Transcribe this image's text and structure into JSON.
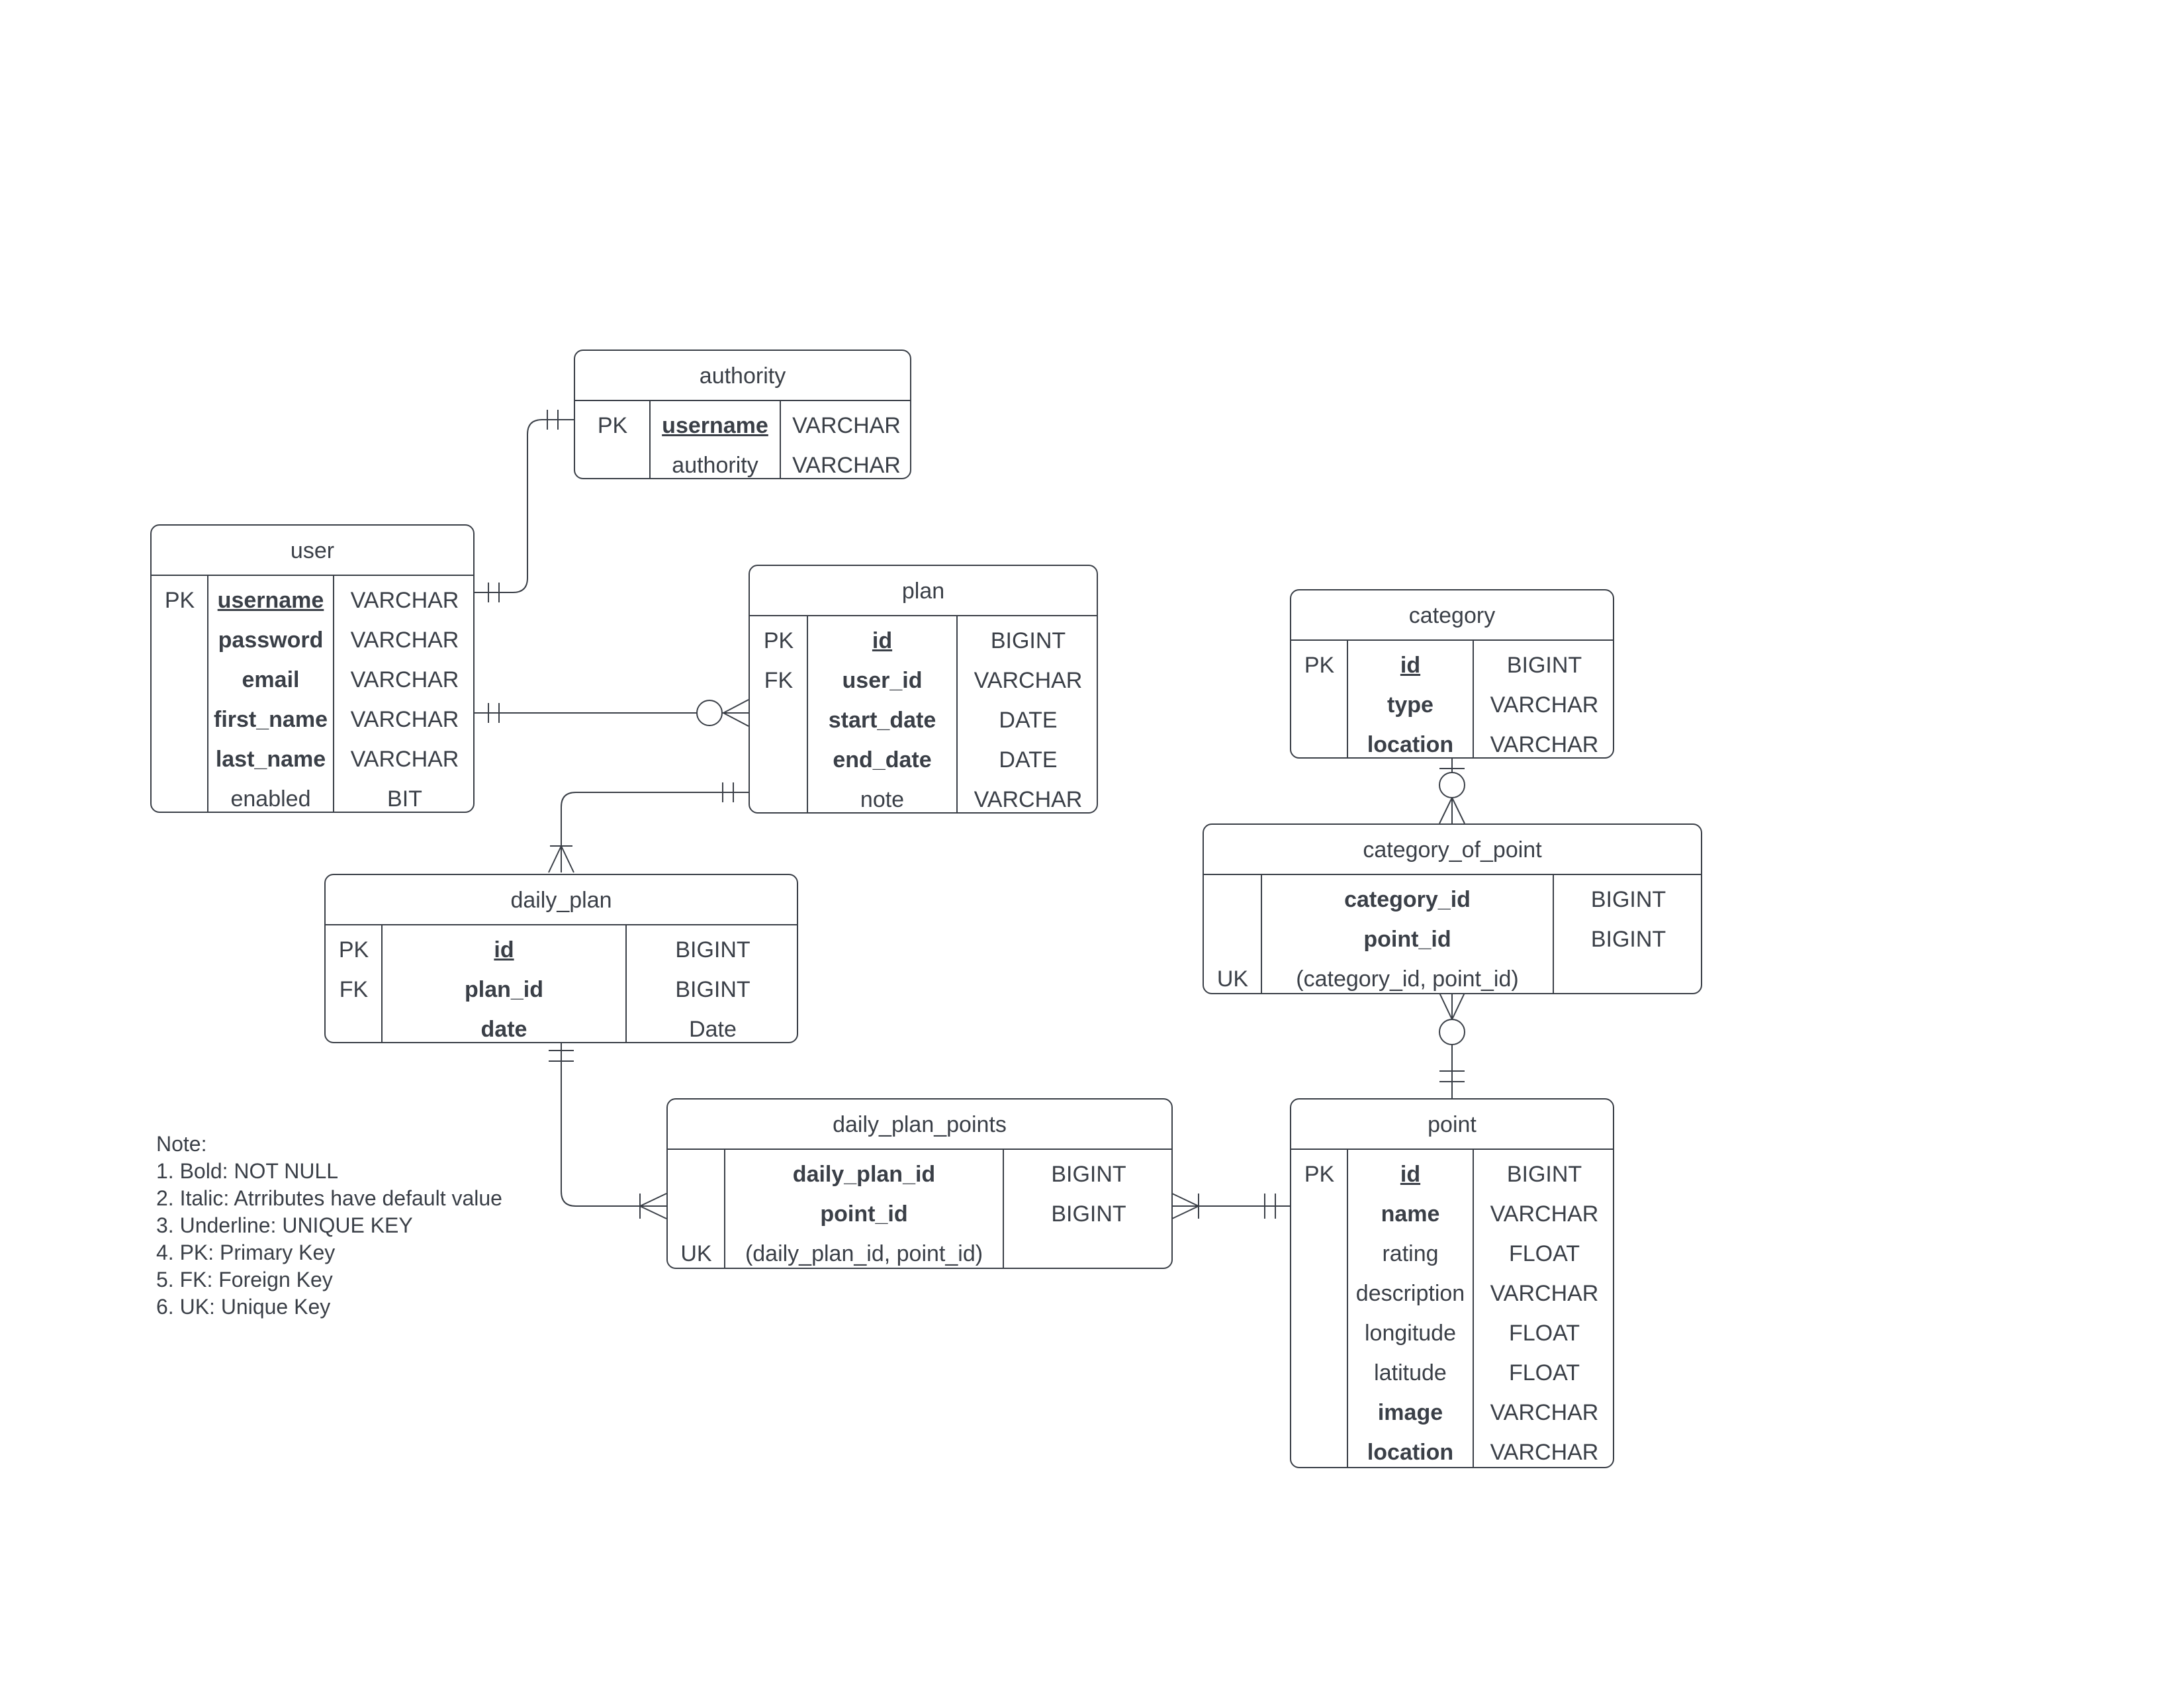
{
  "legend": {
    "title": "Note:",
    "items": [
      "1. Bold: NOT NULL",
      "2. Italic: Atrributes have default value",
      "3. Underline: UNIQUE KEY",
      "4. PK: Primary Key",
      "5. FK: Foreign Key",
      "6. UK: Unique Key"
    ]
  },
  "entities": {
    "authority": {
      "title": "authority",
      "rows": [
        {
          "key": "PK",
          "name": "username",
          "type": "VARCHAR",
          "bold": true,
          "underline": true
        },
        {
          "key": "",
          "name": "authority",
          "type": "VARCHAR",
          "bold": false,
          "underline": false
        }
      ]
    },
    "user": {
      "title": "user",
      "rows": [
        {
          "key": "PK",
          "name": "username",
          "type": "VARCHAR",
          "bold": true,
          "underline": true
        },
        {
          "key": "",
          "name": "password",
          "type": "VARCHAR",
          "bold": true,
          "underline": false
        },
        {
          "key": "",
          "name": "email",
          "type": "VARCHAR",
          "bold": true,
          "underline": false
        },
        {
          "key": "",
          "name": "first_name",
          "type": "VARCHAR",
          "bold": true,
          "underline": false
        },
        {
          "key": "",
          "name": "last_name",
          "type": "VARCHAR",
          "bold": true,
          "underline": false
        },
        {
          "key": "",
          "name": "enabled",
          "type": "BIT",
          "bold": false,
          "underline": false
        }
      ]
    },
    "plan": {
      "title": "plan",
      "rows": [
        {
          "key": "PK",
          "name": "id",
          "type": "BIGINT",
          "bold": true,
          "underline": true
        },
        {
          "key": "FK",
          "name": "user_id",
          "type": "VARCHAR",
          "bold": true,
          "underline": false
        },
        {
          "key": "",
          "name": "start_date",
          "type": "DATE",
          "bold": true,
          "underline": false
        },
        {
          "key": "",
          "name": "end_date",
          "type": "DATE",
          "bold": true,
          "underline": false
        },
        {
          "key": "",
          "name": "note",
          "type": "VARCHAR",
          "bold": false,
          "underline": false
        }
      ]
    },
    "category": {
      "title": "category",
      "rows": [
        {
          "key": "PK",
          "name": "id",
          "type": "BIGINT",
          "bold": true,
          "underline": true
        },
        {
          "key": "",
          "name": "type",
          "type": "VARCHAR",
          "bold": true,
          "underline": false
        },
        {
          "key": "",
          "name": "location",
          "type": "VARCHAR",
          "bold": true,
          "underline": false
        }
      ]
    },
    "daily_plan": {
      "title": "daily_plan",
      "rows": [
        {
          "key": "PK",
          "name": "id",
          "type": "BIGINT",
          "bold": true,
          "underline": true
        },
        {
          "key": "FK",
          "name": "plan_id",
          "type": "BIGINT",
          "bold": true,
          "underline": false
        },
        {
          "key": "",
          "name": "date",
          "type": "Date",
          "bold": true,
          "underline": false
        }
      ]
    },
    "category_of_point": {
      "title": "category_of_point",
      "rows": [
        {
          "key": "",
          "name": "category_id",
          "type": "BIGINT",
          "bold": true,
          "underline": false
        },
        {
          "key": "",
          "name": "point_id",
          "type": "BIGINT",
          "bold": true,
          "underline": false
        },
        {
          "key": "UK",
          "name": "(category_id, point_id)",
          "type": "",
          "bold": false,
          "underline": false
        }
      ]
    },
    "daily_plan_points": {
      "title": "daily_plan_points",
      "rows": [
        {
          "key": "",
          "name": "daily_plan_id",
          "type": "BIGINT",
          "bold": true,
          "underline": false
        },
        {
          "key": "",
          "name": "point_id",
          "type": "BIGINT",
          "bold": true,
          "underline": false
        },
        {
          "key": "UK",
          "name": "(daily_plan_id, point_id)",
          "type": "",
          "bold": false,
          "underline": false
        }
      ]
    },
    "point": {
      "title": "point",
      "rows": [
        {
          "key": "PK",
          "name": "id",
          "type": "BIGINT",
          "bold": true,
          "underline": true
        },
        {
          "key": "",
          "name": "name",
          "type": "VARCHAR",
          "bold": true,
          "underline": false
        },
        {
          "key": "",
          "name": "rating",
          "type": "FLOAT",
          "bold": false,
          "underline": false
        },
        {
          "key": "",
          "name": "description",
          "type": "VARCHAR",
          "bold": false,
          "underline": false
        },
        {
          "key": "",
          "name": "longitude",
          "type": "FLOAT",
          "bold": false,
          "underline": false
        },
        {
          "key": "",
          "name": "latitude",
          "type": "FLOAT",
          "bold": false,
          "underline": false
        },
        {
          "key": "",
          "name": "image",
          "type": "VARCHAR",
          "bold": true,
          "underline": false
        },
        {
          "key": "",
          "name": "location",
          "type": "VARCHAR",
          "bold": true,
          "underline": false
        }
      ]
    }
  },
  "relationships": [
    {
      "from": "user",
      "from_end": "one-and-only-one",
      "to": "authority",
      "to_end": "one-and-only-one"
    },
    {
      "from": "user",
      "from_end": "one-and-only-one",
      "to": "plan",
      "to_end": "zero-or-many"
    },
    {
      "from": "plan",
      "from_end": "one-and-only-one",
      "to": "daily_plan",
      "to_end": "one-or-many"
    },
    {
      "from": "daily_plan",
      "from_end": "one-and-only-one",
      "to": "daily_plan_points",
      "to_end": "one-or-many"
    },
    {
      "from": "point",
      "from_end": "one-and-only-one",
      "to": "daily_plan_points",
      "to_end": "one-or-many"
    },
    {
      "from": "category",
      "from_end": "one",
      "to": "category_of_point",
      "to_end": "zero-or-many"
    },
    {
      "from": "point",
      "from_end": "one-and-only-one",
      "to": "category_of_point",
      "to_end": "zero-or-many"
    }
  ],
  "colors": {
    "stroke": "#3a3f47",
    "background": "#ffffff"
  }
}
